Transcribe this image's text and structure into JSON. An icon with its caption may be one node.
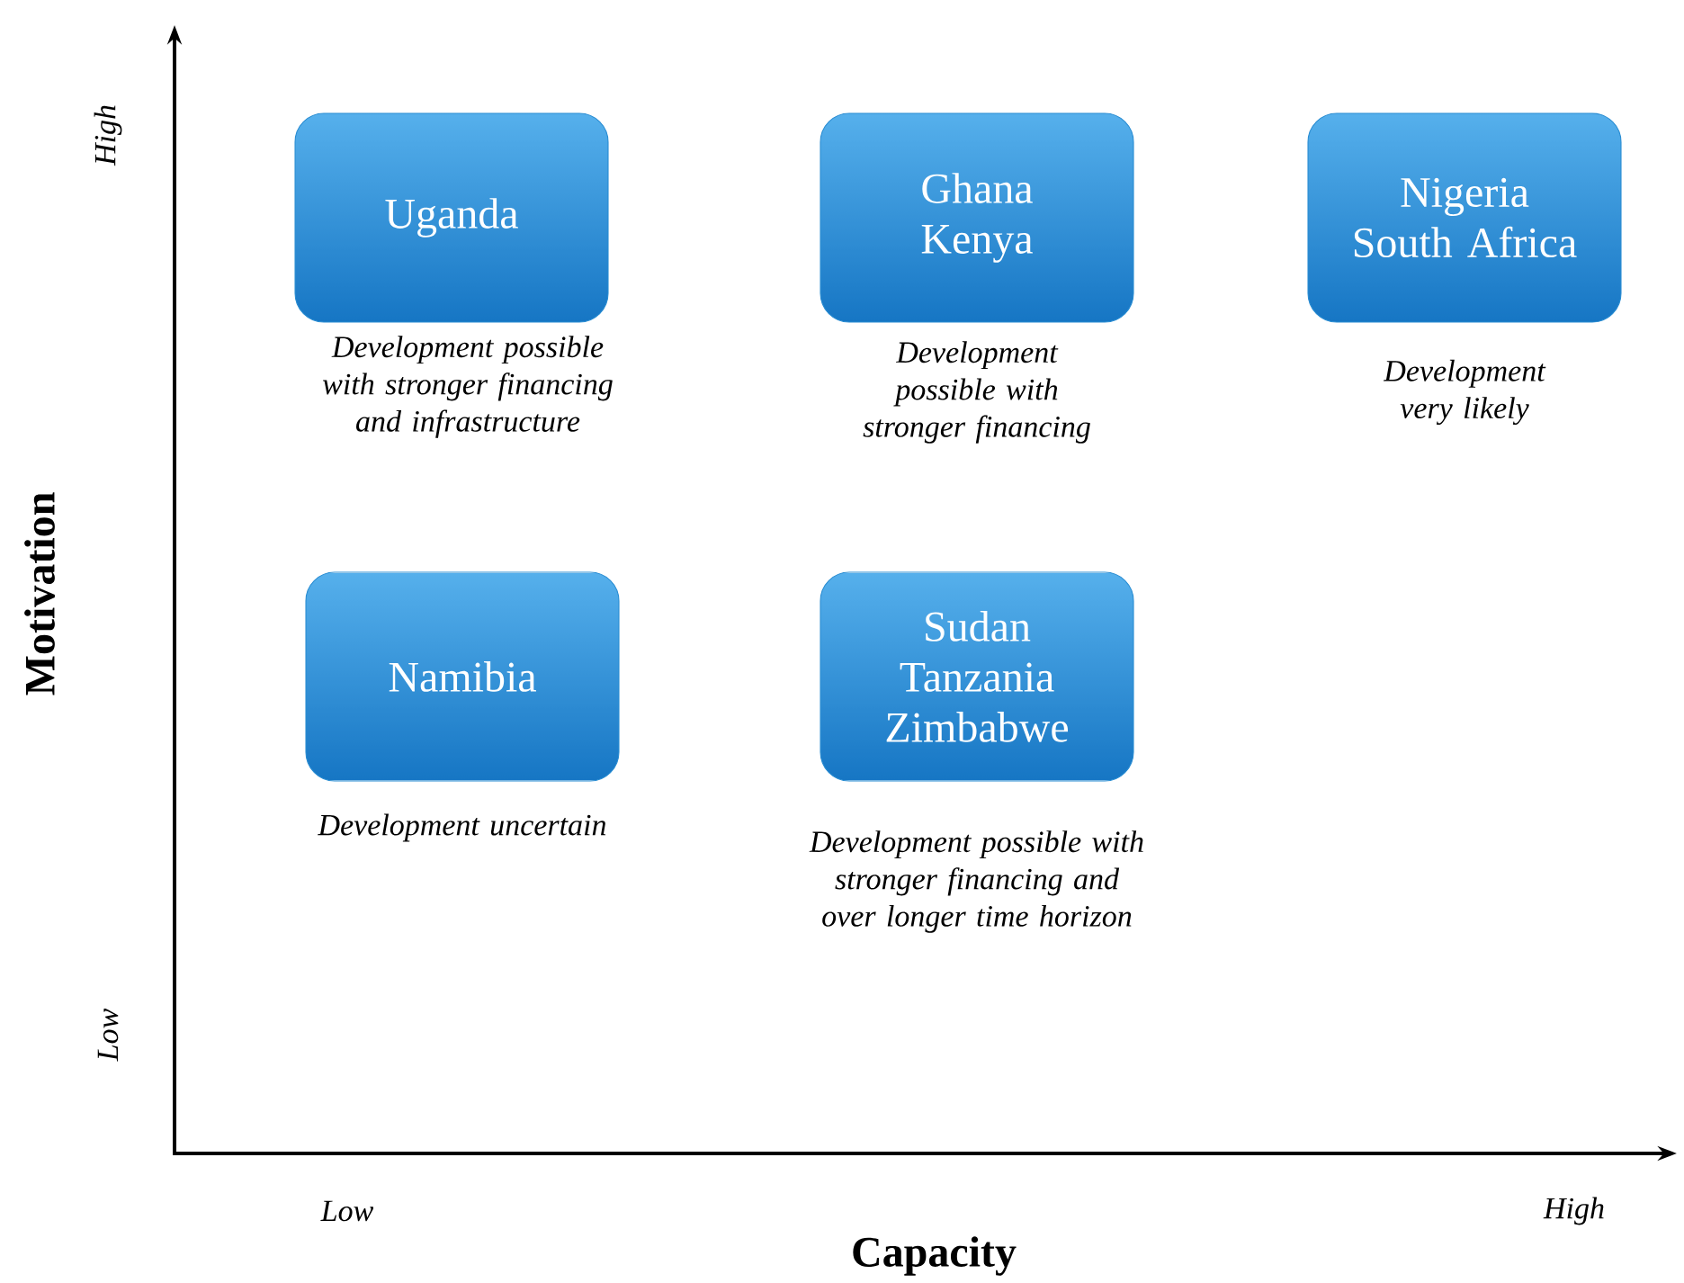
{
  "diagram": {
    "nodes": [
      {
        "text": [
          "Uganda"
        ],
        "beside": [
          "Development possible with stronger financing and infrastructure"
        ]
      },
      {
        "text": [
          "Ghana Kenya"
        ],
        "beside": [
          "Development possible with stronger financing"
        ]
      },
      {
        "text": [
          "Nigeria South Africa"
        ],
        "beside": [
          "Development very likely"
        ]
      },
      {
        "text": [
          "Namibia"
        ],
        "beside": [
          "Development uncertain"
        ]
      },
      {
        "text": [
          "Sudan Tanzania Zimbabwe"
        ],
        "beside": [
          "Development possible with stronger financing and over longer time horizon"
        ]
      }
    ],
    "labels": [
      "High",
      "Motivation",
      "Low",
      "Low",
      "Capacity",
      "High"
    ]
  }
}
